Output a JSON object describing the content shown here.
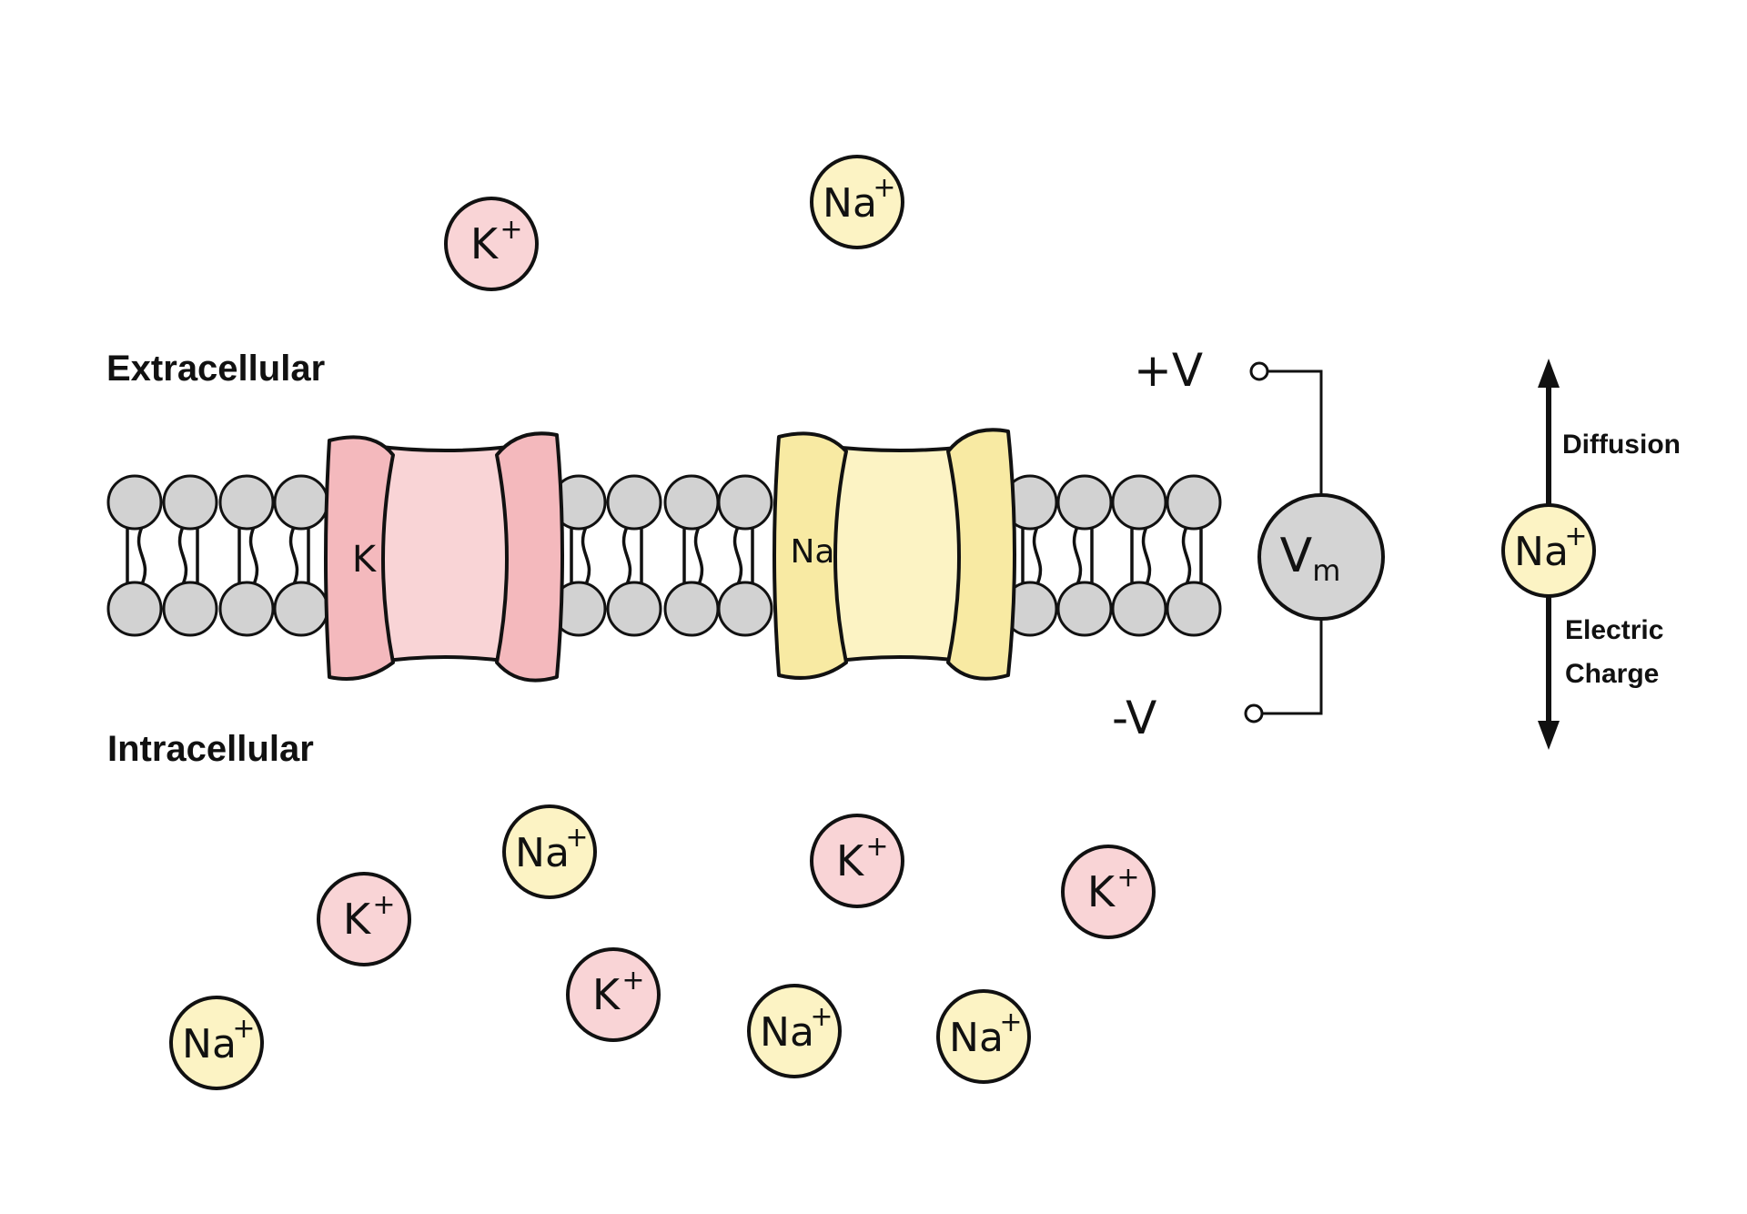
{
  "labels": {
    "extracellular": "Extracellular",
    "intracellular": "Intracellular",
    "plus_v": "+V",
    "minus_v": "-V",
    "vm_main": "V",
    "vm_sub": "m",
    "diffusion": "Diffusion",
    "electric_line1": "Electric",
    "electric_line2": "Charge"
  },
  "channels": {
    "potassium": {
      "label": "K",
      "color": "#f9d4d6",
      "dark": "#f4b9bd"
    },
    "sodium": {
      "label": "Na",
      "color": "#fcf3c4",
      "dark": "#f8eaa3"
    }
  },
  "ions": {
    "potassium": {
      "symbol": "K",
      "charge": "+",
      "color": "#f9d4d6"
    },
    "sodium": {
      "symbol": "Na",
      "charge": "+",
      "color": "#fcf3c4"
    }
  },
  "ion_list": [
    {
      "type": "potassium",
      "region": "extracellular"
    },
    {
      "type": "sodium",
      "region": "extracellular"
    },
    {
      "type": "sodium",
      "region": "intracellular"
    },
    {
      "type": "potassium",
      "region": "intracellular"
    },
    {
      "type": "potassium",
      "region": "intracellular"
    },
    {
      "type": "potassium",
      "region": "intracellular"
    },
    {
      "type": "potassium",
      "region": "intracellular"
    },
    {
      "type": "sodium",
      "region": "intracellular"
    },
    {
      "type": "sodium",
      "region": "intracellular"
    },
    {
      "type": "sodium",
      "region": "intracellular"
    }
  ],
  "legend_ion": {
    "type": "sodium"
  },
  "colors": {
    "lipid_head": "#d2d2d2",
    "outline": "#111111",
    "meter": "#d4d4d4"
  }
}
